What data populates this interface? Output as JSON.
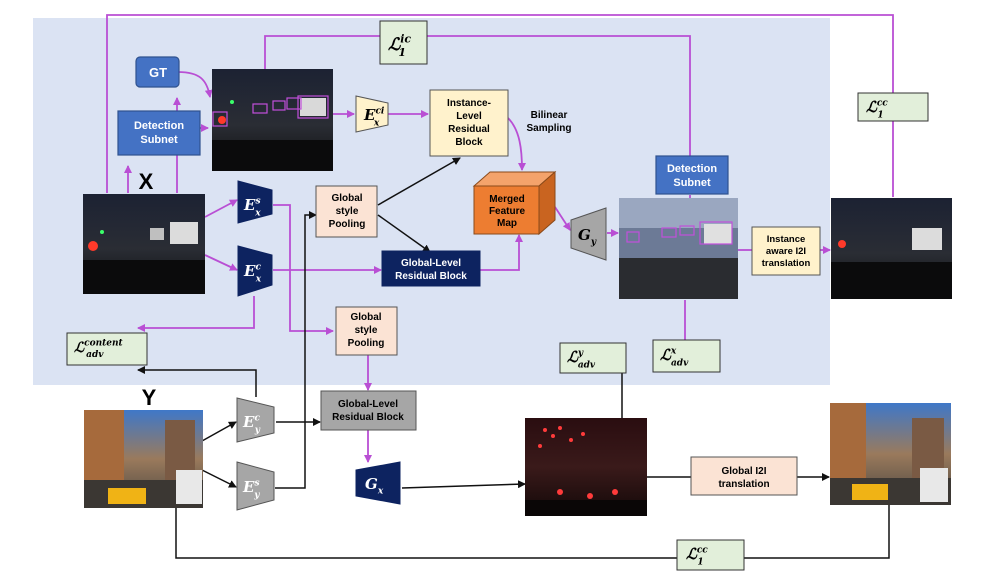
{
  "colors": {
    "region": "#dbe3f3",
    "magenta": "#b94fd4",
    "blue_box": "#4472c4",
    "navy": "#0d2360",
    "peach": "#fbe3d4",
    "cream": "#fff2cc",
    "green": "#e2efda",
    "gray": "#a6a6a6",
    "orange": "#ed7d31"
  },
  "labels": {
    "x": "X",
    "y": "Y",
    "gt": "GT",
    "detection_subnet_1": "Detection\nSubnet",
    "detection_subnet_2": "Detection\nSubnet",
    "instance_residual": "Instance-\nLevel\nResidual\nBlock",
    "bilinear_sampling": "Bilinear\nSampling",
    "merged_feature_map": "Merged\nFeature\nMap",
    "global_style_pooling_1": "Global\nstyle\nPooling",
    "global_style_pooling_2": "Global\nstyle\nPooling",
    "global_residual_1": "Global-Level\nResidual Block",
    "global_residual_2": "Global-Level\nResidual Block",
    "instance_aware_translation": "Instance\naware I2I\ntranslation",
    "global_translation": "Global I2I\ntranslation"
  },
  "modules": {
    "e_ci": {
      "base": "E",
      "sup": "ci",
      "sub": "x"
    },
    "e_sx": {
      "base": "E",
      "sup": "s",
      "sub": "x"
    },
    "e_cx": {
      "base": "E",
      "sup": "c",
      "sub": "x"
    },
    "e_cy": {
      "base": "E",
      "sup": "c",
      "sub": "y"
    },
    "e_sy": {
      "base": "E",
      "sup": "s",
      "sub": "y"
    },
    "g_y": {
      "base": "G",
      "sub": "y"
    },
    "g_x": {
      "base": "G",
      "sub": "x"
    }
  },
  "losses": {
    "l1_ic": {
      "base": "ℒ",
      "sup": "ic",
      "sub": "1"
    },
    "l1_cc_top": {
      "base": "ℒ",
      "sup": "cc",
      "sub": "1"
    },
    "l1_cc_bottom": {
      "base": "ℒ",
      "sup": "cc",
      "sub": "1"
    },
    "l_adv_content": {
      "base": "ℒ",
      "sup": "content",
      "sub": "adv"
    },
    "l_adv_y": {
      "base": "ℒ",
      "sup": "y",
      "sub": "adv"
    },
    "l_adv_x": {
      "base": "ℒ",
      "sup": "x",
      "sub": "adv"
    }
  }
}
